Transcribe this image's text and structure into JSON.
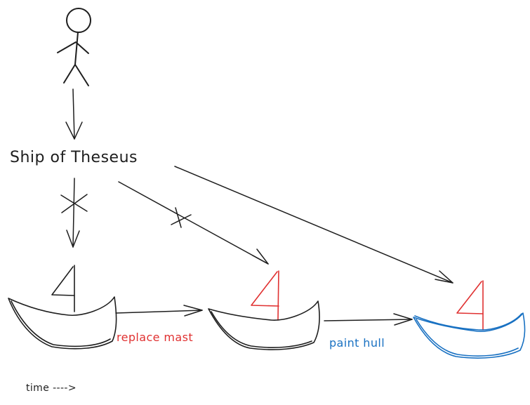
{
  "diagram": {
    "title": "Ship of Theseus",
    "edges": {
      "replace_mast": "replace mast",
      "paint_hull": "paint hull"
    },
    "time_axis": "time ---->"
  },
  "colors": {
    "ink": "#1e1e1e",
    "red": "#e03131",
    "blue": "#1971c2"
  },
  "nodes": [
    {
      "id": "person",
      "icon": "stick-figure-icon"
    },
    {
      "id": "ship-original",
      "mast_color": "ink",
      "hull_color": "ink"
    },
    {
      "id": "ship-new-mast",
      "mast_color": "red",
      "hull_color": "ink"
    },
    {
      "id": "ship-new-mast-painted",
      "mast_color": "red",
      "hull_color": "blue"
    }
  ]
}
